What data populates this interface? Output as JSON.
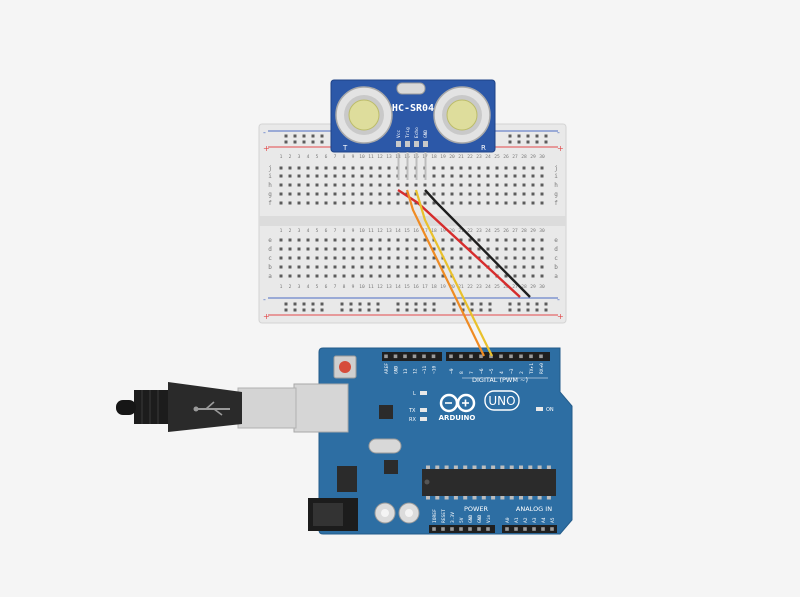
{
  "colors": {
    "background": "#f5f5f5",
    "breadboard": "#e9e9e9",
    "breadboard_rail_red": "#e2494a",
    "breadboard_rail_blue": "#4b6cc4",
    "arduino_board": "#2d6ea3",
    "arduino_dark": "#1f5587",
    "sensor_board": "#2c58a8",
    "wire_red": "#d62d2d",
    "wire_black": "#1e1e1e",
    "wire_yellow": "#e9c12c",
    "wire_orange": "#ef8b23"
  },
  "sensor": {
    "model": "HC-SR04",
    "left_marker": "T",
    "right_marker": "R",
    "pins": [
      "Vcc",
      "Trig",
      "Echo",
      "GND"
    ]
  },
  "breadboard": {
    "columns": [
      "1",
      "2",
      "3",
      "4",
      "5",
      "6",
      "7",
      "8",
      "9",
      "10",
      "11",
      "12",
      "13",
      "14",
      "15",
      "16",
      "17",
      "18",
      "19",
      "20",
      "21",
      "22",
      "23",
      "24",
      "25",
      "26",
      "27",
      "28",
      "29",
      "30"
    ],
    "rows_top": [
      "j",
      "i",
      "h",
      "g",
      "f"
    ],
    "rows_bottom": [
      "e",
      "d",
      "c",
      "b",
      "a"
    ],
    "rail_plus": "+",
    "rail_minus": "-"
  },
  "arduino": {
    "brand": "ARDUINO",
    "model": "UNO",
    "digital_label": "DIGITAL (PWM ~)",
    "digital_pins": [
      "AREF",
      "GND",
      "13",
      "12",
      "~11",
      "~10",
      "~9",
      "8",
      "7",
      "~6",
      "~5",
      "4",
      "~3",
      "2",
      "TX▸1",
      "RX◂0"
    ],
    "led_labels": [
      "L",
      "TX",
      "RX"
    ],
    "on_label": "ON",
    "power_label": "POWER",
    "power_pins": [
      "IOREF",
      "RESET",
      "3.3V",
      "5V",
      "GND",
      "GND",
      "Vin"
    ],
    "analog_label": "ANALOG IN",
    "analog_pins": [
      "A0",
      "A1",
      "A2",
      "A3",
      "A4",
      "A5"
    ]
  }
}
